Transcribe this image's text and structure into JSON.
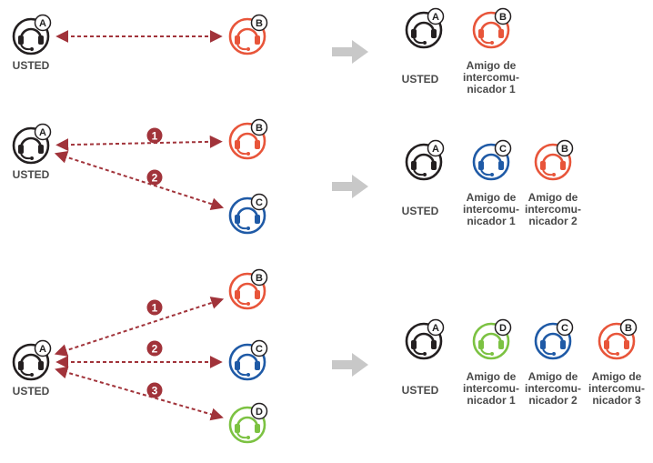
{
  "colors": {
    "you": "#231f20",
    "friend_b": "#e8553a",
    "friend_c": "#1f5aa6",
    "friend_d": "#7cc242",
    "arrow": "#a1333a",
    "step_badge": "#a1333a",
    "transition_arrow": "#c8c8c8"
  },
  "icons": {
    "headset": "headset-icon",
    "transition": "arrow-right-icon"
  },
  "you_label": "USTED",
  "rows": [
    {
      "left": {
        "you": {
          "letter": "A",
          "label": "USTED"
        },
        "links": [
          {
            "step": "",
            "target": {
              "letter": "B",
              "color_key": "friend_b"
            }
          }
        ]
      },
      "right": {
        "you": {
          "letter": "A",
          "label": "USTED"
        },
        "friends": [
          {
            "letter": "B",
            "color_key": "friend_b",
            "label_lines": [
              "Amigo de",
              "intercomu-",
              "nicador 1"
            ]
          }
        ]
      }
    },
    {
      "left": {
        "you": {
          "letter": "A",
          "label": "USTED"
        },
        "links": [
          {
            "step": "1",
            "target": {
              "letter": "B",
              "color_key": "friend_b"
            }
          },
          {
            "step": "2",
            "target": {
              "letter": "C",
              "color_key": "friend_c"
            }
          }
        ]
      },
      "right": {
        "you": {
          "letter": "A",
          "label": "USTED"
        },
        "friends": [
          {
            "letter": "C",
            "color_key": "friend_c",
            "label_lines": [
              "Amigo de",
              "intercomu-",
              "nicador 1"
            ]
          },
          {
            "letter": "B",
            "color_key": "friend_b",
            "label_lines": [
              "Amigo de",
              "intercomu-",
              "nicador 2"
            ]
          }
        ]
      }
    },
    {
      "left": {
        "you": {
          "letter": "A",
          "label": "USTED"
        },
        "links": [
          {
            "step": "1",
            "target": {
              "letter": "B",
              "color_key": "friend_b"
            }
          },
          {
            "step": "2",
            "target": {
              "letter": "C",
              "color_key": "friend_c"
            }
          },
          {
            "step": "3",
            "target": {
              "letter": "D",
              "color_key": "friend_d"
            }
          }
        ]
      },
      "right": {
        "you": {
          "letter": "A",
          "label": "USTED"
        },
        "friends": [
          {
            "letter": "D",
            "color_key": "friend_d",
            "label_lines": [
              "Amigo de",
              "intercomu-",
              "nicador 1"
            ]
          },
          {
            "letter": "C",
            "color_key": "friend_c",
            "label_lines": [
              "Amigo de",
              "intercomu-",
              "nicador 2"
            ]
          },
          {
            "letter": "B",
            "color_key": "friend_b",
            "label_lines": [
              "Amigo de",
              "intercomu-",
              "nicador 3"
            ]
          }
        ]
      }
    }
  ]
}
